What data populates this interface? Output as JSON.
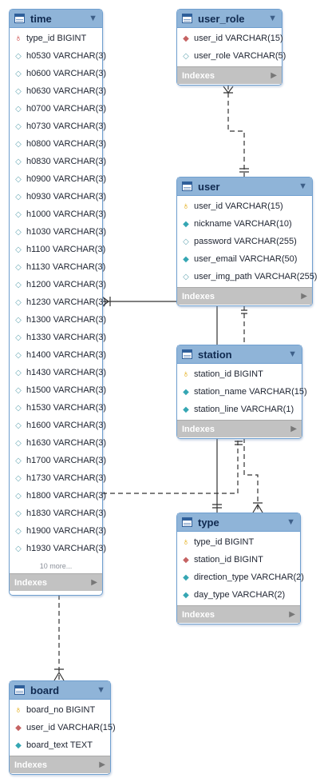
{
  "tables": {
    "time": {
      "name": "time",
      "columns": [
        {
          "kind": "pkr",
          "text": "type_id BIGINT"
        },
        {
          "kind": "col",
          "text": "h0530 VARCHAR(3)"
        },
        {
          "kind": "col",
          "text": "h0600 VARCHAR(3)"
        },
        {
          "kind": "col",
          "text": "h0630 VARCHAR(3)"
        },
        {
          "kind": "col",
          "text": "h0700 VARCHAR(3)"
        },
        {
          "kind": "col",
          "text": "h0730 VARCHAR(3)"
        },
        {
          "kind": "col",
          "text": "h0800 VARCHAR(3)"
        },
        {
          "kind": "col",
          "text": "h0830 VARCHAR(3)"
        },
        {
          "kind": "col",
          "text": "h0900 VARCHAR(3)"
        },
        {
          "kind": "col",
          "text": "h0930 VARCHAR(3)"
        },
        {
          "kind": "col",
          "text": "h1000 VARCHAR(3)"
        },
        {
          "kind": "col",
          "text": "h1030 VARCHAR(3)"
        },
        {
          "kind": "col",
          "text": "h1100 VARCHAR(3)"
        },
        {
          "kind": "col",
          "text": "h1130 VARCHAR(3)"
        },
        {
          "kind": "col",
          "text": "h1200 VARCHAR(3)"
        },
        {
          "kind": "col",
          "text": "h1230 VARCHAR(3)"
        },
        {
          "kind": "col",
          "text": "h1300 VARCHAR(3)"
        },
        {
          "kind": "col",
          "text": "h1330 VARCHAR(3)"
        },
        {
          "kind": "col",
          "text": "h1400 VARCHAR(3)"
        },
        {
          "kind": "col",
          "text": "h1430 VARCHAR(3)"
        },
        {
          "kind": "col",
          "text": "h1500 VARCHAR(3)"
        },
        {
          "kind": "col",
          "text": "h1530 VARCHAR(3)"
        },
        {
          "kind": "col",
          "text": "h1600 VARCHAR(3)"
        },
        {
          "kind": "col",
          "text": "h1630 VARCHAR(3)"
        },
        {
          "kind": "col",
          "text": "h1700 VARCHAR(3)"
        },
        {
          "kind": "col",
          "text": "h1730 VARCHAR(3)"
        },
        {
          "kind": "col",
          "text": "h1800 VARCHAR(3)"
        },
        {
          "kind": "col",
          "text": "h1830 VARCHAR(3)"
        },
        {
          "kind": "col",
          "text": "h1900 VARCHAR(3)"
        },
        {
          "kind": "col",
          "text": "h1930 VARCHAR(3)"
        }
      ],
      "more": "10 more...",
      "footer": "Indexes"
    },
    "user_role": {
      "name": "user_role",
      "columns": [
        {
          "kind": "fk",
          "text": "user_id VARCHAR(15)"
        },
        {
          "kind": "col",
          "text": "user_role VARCHAR(5)"
        }
      ],
      "footer": "Indexes"
    },
    "user": {
      "name": "user",
      "columns": [
        {
          "kind": "pk",
          "text": "user_id VARCHAR(15)"
        },
        {
          "kind": "nn",
          "text": "nickname VARCHAR(10)"
        },
        {
          "kind": "col",
          "text": "password VARCHAR(255)"
        },
        {
          "kind": "nn",
          "text": "user_email VARCHAR(50)"
        },
        {
          "kind": "col",
          "text": "user_img_path VARCHAR(255)"
        }
      ],
      "footer": "Indexes"
    },
    "station": {
      "name": "station",
      "columns": [
        {
          "kind": "pk",
          "text": "station_id BIGINT"
        },
        {
          "kind": "nn",
          "text": "station_name VARCHAR(15)"
        },
        {
          "kind": "nn",
          "text": "station_line VARCHAR(1)"
        }
      ],
      "footer": "Indexes"
    },
    "type": {
      "name": "type",
      "columns": [
        {
          "kind": "pk",
          "text": "type_id BIGINT"
        },
        {
          "kind": "fk",
          "text": "station_id BIGINT"
        },
        {
          "kind": "nn",
          "text": "direction_type VARCHAR(2)"
        },
        {
          "kind": "nn",
          "text": "day_type VARCHAR(2)"
        }
      ],
      "footer": "Indexes"
    },
    "board": {
      "name": "board",
      "columns": [
        {
          "kind": "pk",
          "text": "board_no BIGINT"
        },
        {
          "kind": "fk",
          "text": "user_id VARCHAR(15)"
        },
        {
          "kind": "nn",
          "text": "board_text TEXT"
        }
      ],
      "footer": "Indexes"
    }
  },
  "colors": {
    "header": "#8fb4d8",
    "border": "#6f9fcf",
    "footer": "#c2c2c2",
    "line": "#333333"
  },
  "icons": {
    "table": "table-icon",
    "collapse": "collapse-arrow-icon",
    "expand": "expand-arrow-icon",
    "primary_key": "key-icon",
    "foreign_key": "diamond-icon"
  }
}
